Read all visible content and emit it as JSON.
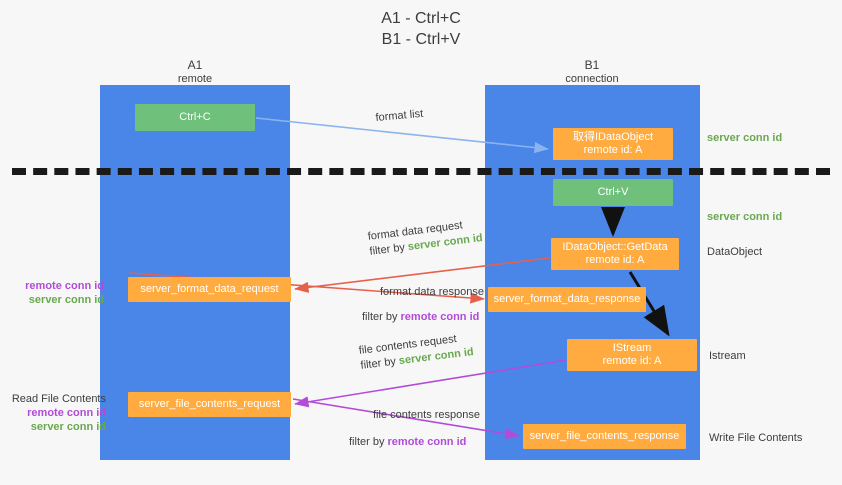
{
  "title": {
    "line1": "A1 - Ctrl+C",
    "line2": "B1 - Ctrl+V"
  },
  "lanes": [
    {
      "id": "A1",
      "name": "A1",
      "sub": "remote",
      "color": "#4a86e8"
    },
    {
      "id": "B1",
      "name": "B1",
      "sub": "connection",
      "color": "#4a86e8"
    }
  ],
  "nodes": {
    "ctrl_c": {
      "line1": "Ctrl+C",
      "color": "#6ec07a"
    },
    "ctrl_v": {
      "line1": "Ctrl+V",
      "color": "#6ec07a"
    },
    "idataobject": {
      "line1": "取得IDataObject",
      "line2": "remote id: A",
      "color": "#ffab40"
    },
    "getdata": {
      "line1": "IDataObject::GetData",
      "line2": "remote id: A",
      "color": "#ffab40"
    },
    "istream": {
      "line1": "IStream",
      "line2": "remote id: A",
      "color": "#ffab40"
    },
    "server_format_data_request": {
      "line1": "server_format_data_request",
      "color": "#ffab40"
    },
    "server_format_data_response": {
      "line1": "server_format_data_response",
      "color": "#ffab40"
    },
    "server_file_contents_request": {
      "line1": "server_file_contents_request",
      "color": "#ffab40"
    },
    "server_file_contents_response": {
      "line1": "server_file_contents_response",
      "color": "#ffab40"
    }
  },
  "side_labels": {
    "server_conn_id_top": "server conn id",
    "server_conn_id_mid": "server conn id",
    "dataobject": "DataObject",
    "istream": "Istream",
    "write_file_contents": "Write File Contents",
    "read_file_contents": "Read File Contents",
    "remote_conn_id": "remote conn id",
    "server_conn_id": "server conn id"
  },
  "edge_captions": {
    "format_list": "format list",
    "format_data_request": "format data request",
    "format_data_request_filter_prefix": "filter by ",
    "format_data_request_filter_value": "server conn id",
    "format_data_response": "format data response",
    "format_data_response_filter_prefix": "filter by ",
    "format_data_response_filter_value": "remote conn id",
    "file_contents_request": "file contents request",
    "file_contents_request_filter_prefix": "filter by ",
    "file_contents_request_filter_value": "server conn id",
    "file_contents_response": "file contents response",
    "file_contents_response_filter_prefix": "filter by ",
    "file_contents_response_filter_value": "remote conn id"
  },
  "colors": {
    "lane": "#4a86e8",
    "green": "#6aa84f",
    "green_box": "#6ec07a",
    "orange": "#ffab40",
    "magenta": "#b24bd8",
    "red_arrow": "#e8604c",
    "blue_arrow": "#8ab4f0",
    "black_arrow": "#111111",
    "background": "#f7f7f7"
  }
}
